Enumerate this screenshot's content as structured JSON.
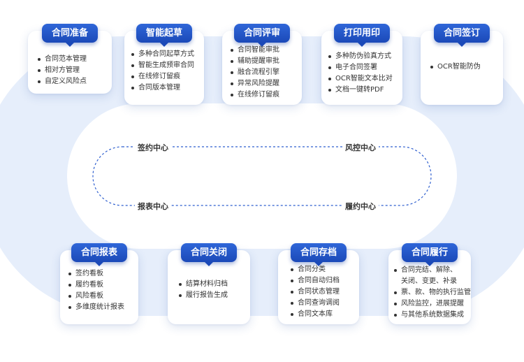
{
  "colors": {
    "title_bg": "#1b49b8",
    "ring": "#e6eefb",
    "dash": "#2f5fcf"
  },
  "center": {
    "top_left": "签约中心",
    "top_right": "风控中心",
    "bottom_left": "报表中心",
    "bottom_right": "履约中心"
  },
  "cards": [
    {
      "id": "prepare",
      "title": "合同准备",
      "items": [
        "合同范本管理",
        "相对方管理",
        "自定义风险点"
      ]
    },
    {
      "id": "draft",
      "title": "智能起草",
      "items": [
        "多种合同起草方式",
        "智能生成预审合同",
        "在线修订留痕",
        "合同版本管理"
      ]
    },
    {
      "id": "review",
      "title": "合同评审",
      "items": [
        "合同智能审批",
        "辅助提醒审批",
        "融合流程引擎",
        "异常风险提醒",
        "在线修订留痕"
      ]
    },
    {
      "id": "print",
      "title": "打印用印",
      "items": [
        "多种防伪验真方式",
        "电子合同签署",
        "OCR智能文本比对",
        "文档一键转PDF"
      ]
    },
    {
      "id": "sign",
      "title": "合同签订",
      "items": [
        "OCR智能防伪"
      ]
    },
    {
      "id": "report",
      "title": "合同报表",
      "items": [
        "签约看板",
        "履约看板",
        "风险看板",
        "多维度统计报表"
      ]
    },
    {
      "id": "close",
      "title": "合同关闭",
      "items": [
        "结算材料归档",
        "履行报告生成"
      ]
    },
    {
      "id": "archive",
      "title": "合同存档",
      "items": [
        "合同分类",
        "合同自动归档",
        "合同状态管理",
        "合同查询调阅",
        "合同文本库"
      ]
    },
    {
      "id": "perform",
      "title": "合同履行",
      "items": [
        "合同完结、解除、",
        "关闭、变更、补录",
        "票、款、物的执行监管",
        "风险监控，进展提醒",
        "与其他系统数据集成"
      ]
    }
  ]
}
